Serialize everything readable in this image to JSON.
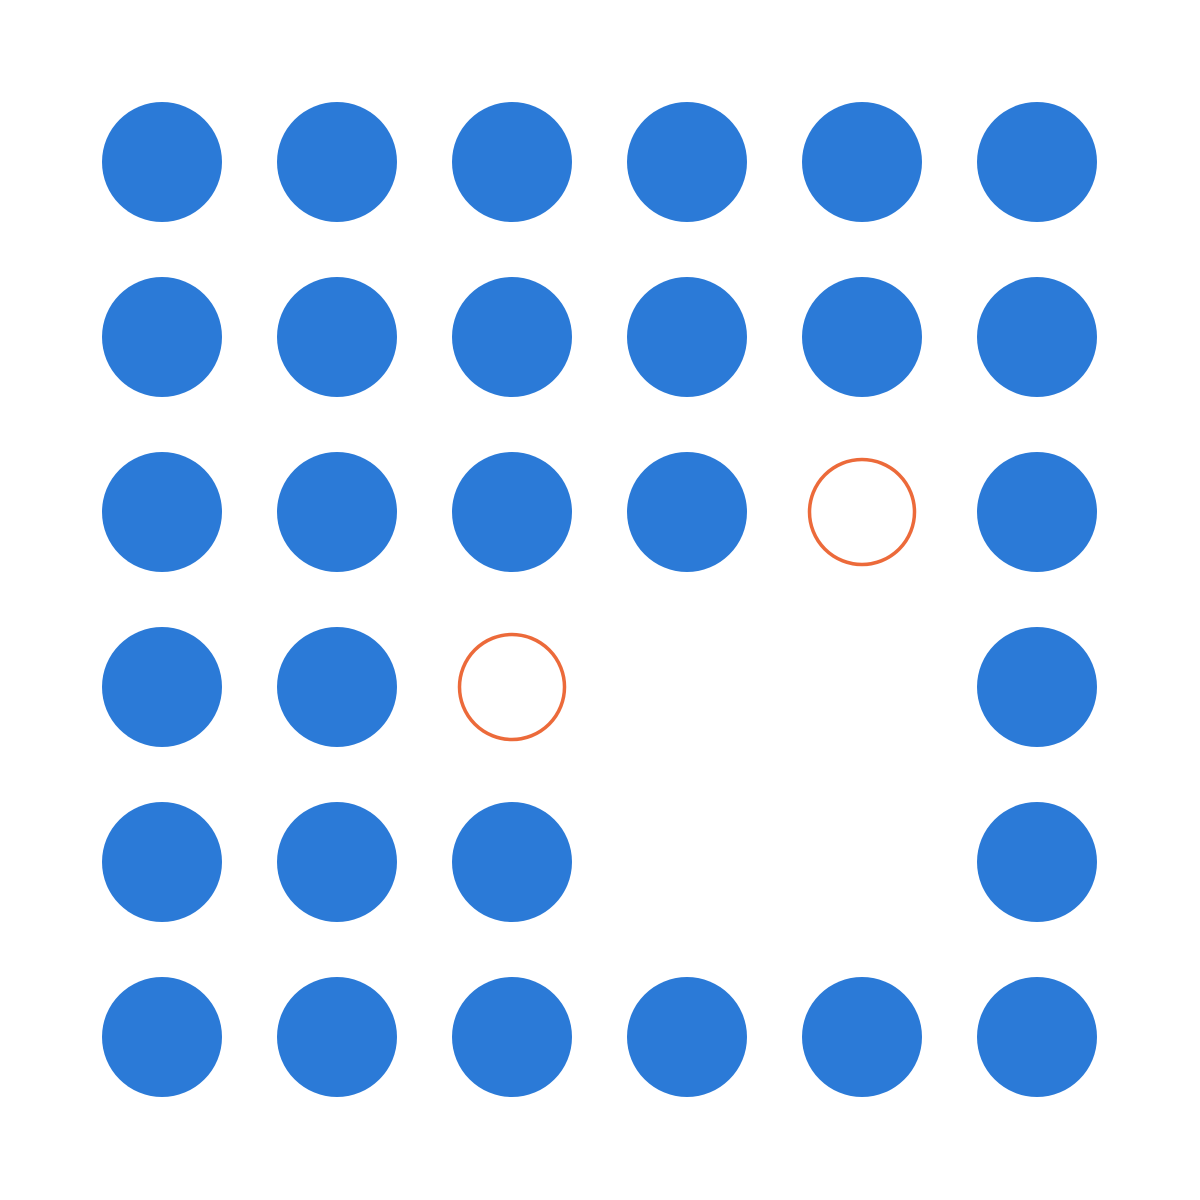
{
  "grid": {
    "rows": 6,
    "cols": 6,
    "cells": [
      [
        "filled",
        "filled",
        "filled",
        "filled",
        "filled",
        "filled"
      ],
      [
        "filled",
        "filled",
        "filled",
        "filled",
        "filled",
        "filled"
      ],
      [
        "filled",
        "filled",
        "filled",
        "filled",
        "hollow",
        "filled"
      ],
      [
        "filled",
        "filled",
        "hollow",
        "empty",
        "empty",
        "filled"
      ],
      [
        "filled",
        "filled",
        "filled",
        "empty",
        "empty",
        "filled"
      ],
      [
        "filled",
        "filled",
        "filled",
        "filled",
        "filled",
        "filled"
      ]
    ]
  },
  "colors": {
    "background": "#ffffff",
    "filled_dot": "#2b7ad7",
    "hollow_dot_stroke": "#ec6a3a",
    "hollow_dot_fill": "#ffffff"
  }
}
